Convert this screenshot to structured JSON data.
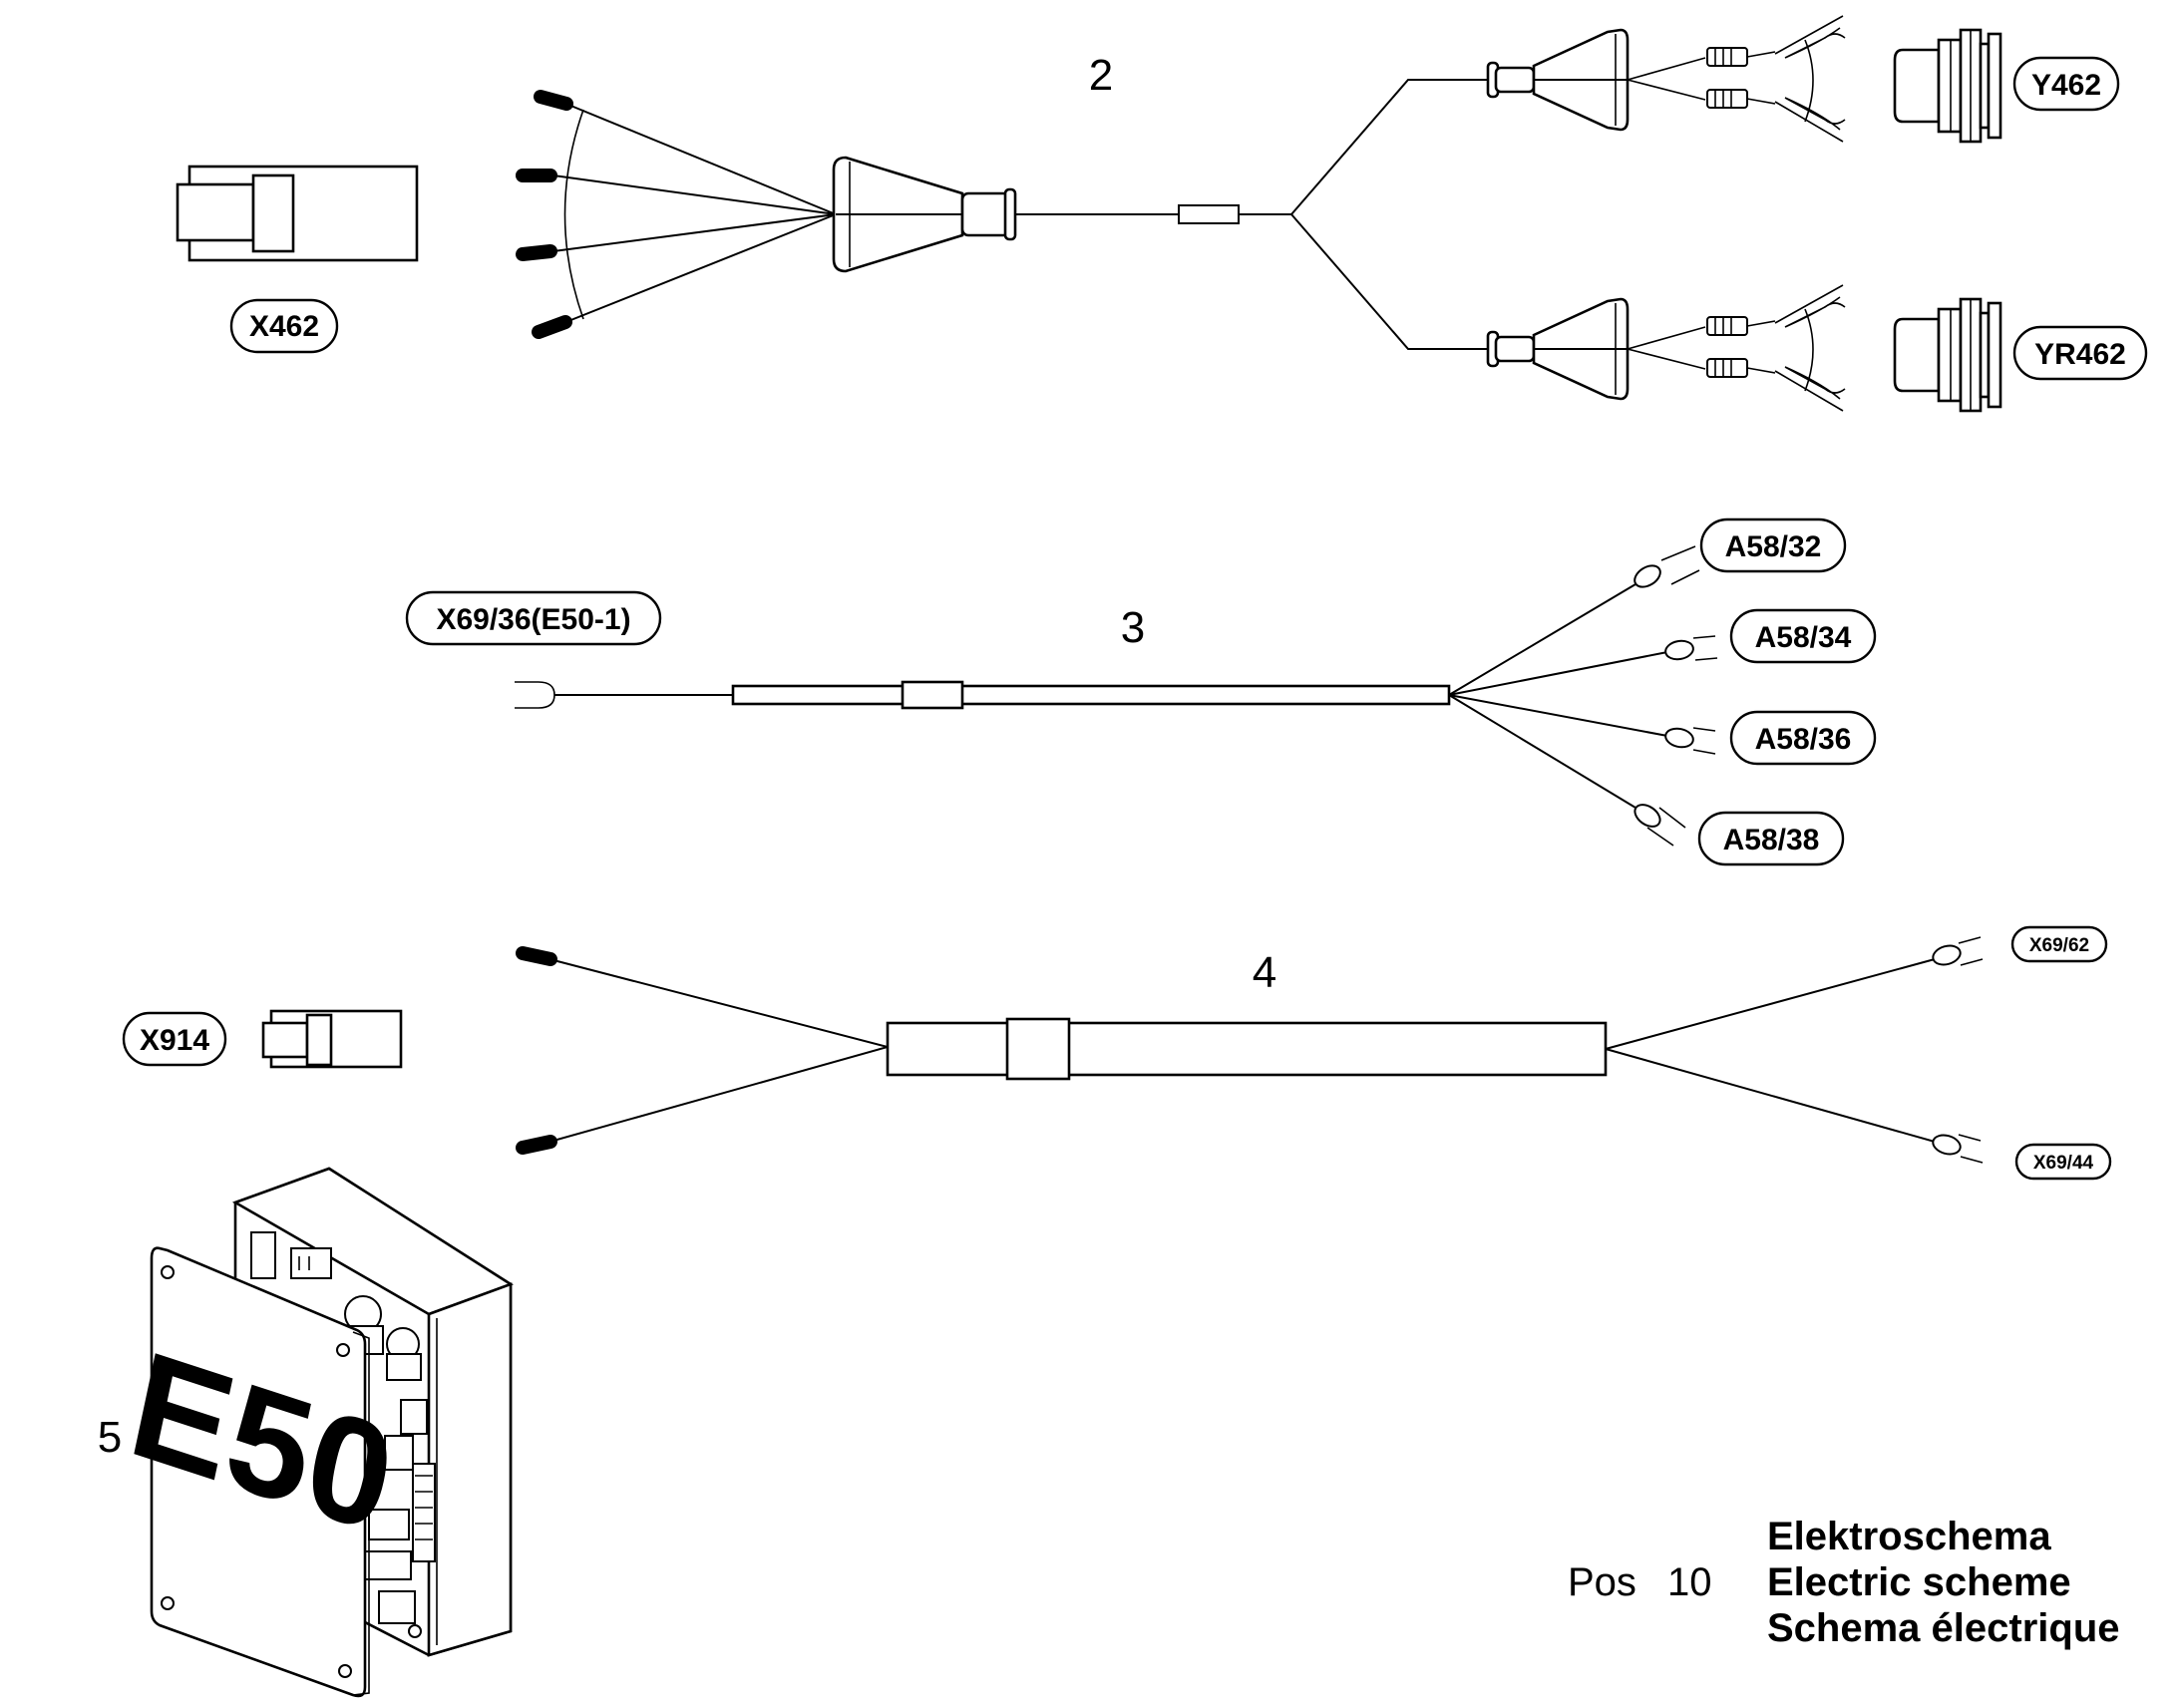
{
  "positions": {
    "p2": "2",
    "p3": "3",
    "p4": "4",
    "p5": "5"
  },
  "labels": {
    "x462": "X462",
    "y462": "Y462",
    "yr462": "YR462",
    "x69_36": "X69/36(E50-1)",
    "a58_32": "A58/32",
    "a58_34": "A58/34",
    "a58_36": "A58/36",
    "a58_38": "A58/38",
    "x914": "X914",
    "x69_62": "X69/62",
    "x69_44": "X69/44",
    "e50": "E50"
  },
  "title_block": {
    "pos_label": "Pos",
    "pos_number": "10",
    "title_de": "Elektroschema",
    "title_en": "Electric scheme",
    "title_fr": "Schema électrique"
  }
}
